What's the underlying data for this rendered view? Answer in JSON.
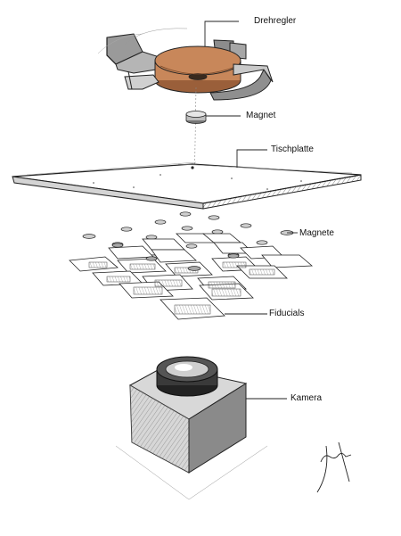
{
  "labels": {
    "dial": "Drehregler",
    "magnet": "Magnet",
    "tabletop": "Tischplatte",
    "magnets": "Magnete",
    "fiducials": "Fiducials",
    "camera": "Kamera"
  },
  "colors": {
    "ink": "#222222",
    "dial_fill": "#c8875a",
    "dial_dark": "#9a5f3a",
    "arrow_fill": "#8f8f8f",
    "arrow_light": "#c9c9c9",
    "camera_front": "#bdbdbd",
    "camera_side": "#8a8a8a",
    "lens": "#3a3a3a",
    "paper": "#ffffff"
  }
}
